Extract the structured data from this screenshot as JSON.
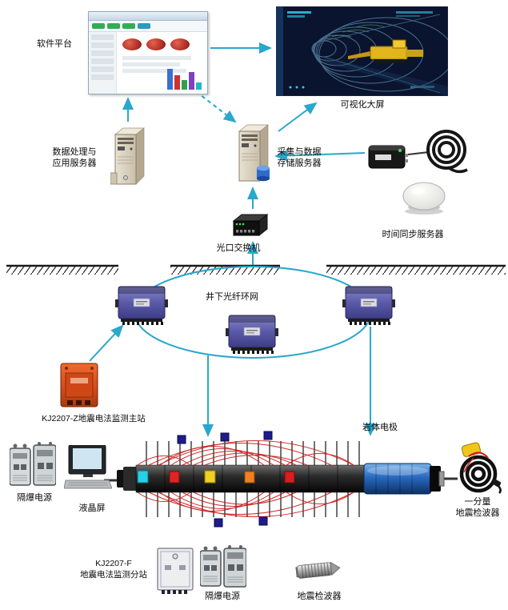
{
  "colors": {
    "connector": "#2aa7cc",
    "field_line": "#c81414",
    "ring": "#2aa7cc",
    "rod_blue": "#2a6abf",
    "main_station_orange": "#d2491e",
    "substation_purple": "#5a5aa8"
  },
  "labels": {
    "software_platform": "软件平台",
    "big_screen": "可视化大屏",
    "app_server_l1": "数据处理与",
    "app_server_l2": "应用服务器",
    "storage_server_l1": "采集与数据",
    "storage_server_l2": "存储服务器",
    "time_sync": "时间同步服务器",
    "optical_switch": "光口交换机",
    "fiber_ring": "井下光纤环网",
    "main_station": "KJ2207-Z地震电法监测主站",
    "rock_electrode": "岩体电极",
    "flameproof_power_left": "隔爆电源",
    "lcd": "液晶屏",
    "substation_l1": "KJ2207-F",
    "substation_l2": "地震电法监测分站",
    "flameproof_power_bottom": "隔爆电源",
    "geophone": "地震检波器",
    "one_component_l1": "一分量",
    "one_component_l2": "地震检波器"
  }
}
